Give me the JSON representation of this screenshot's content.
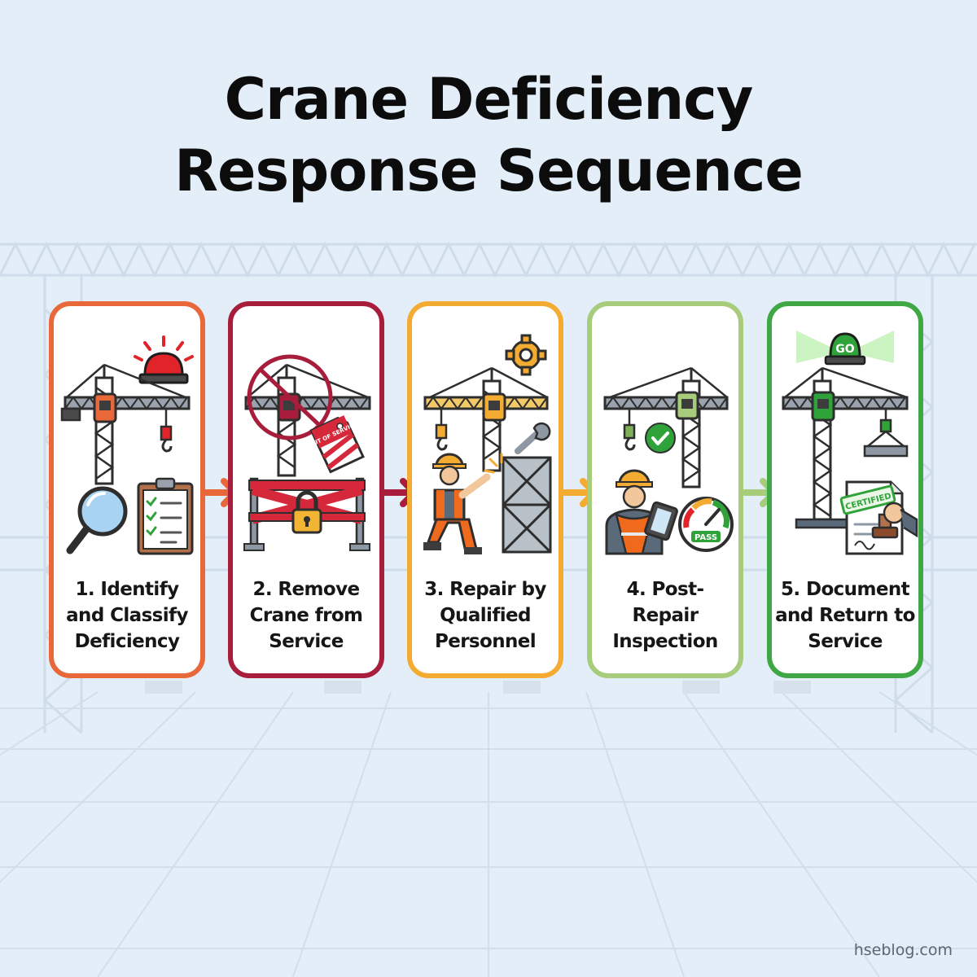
{
  "title": {
    "line1": "Crane Deficiency",
    "line2": "Response Sequence"
  },
  "steps": [
    {
      "label": "1. Identify and Classify Deficiency",
      "color": "#e8683a",
      "icon": "magnifier-clipboard-icon"
    },
    {
      "label": "2. Remove Crane from Service",
      "color": "#a81d3b",
      "icon": "out-of-service-tag-icon",
      "tag_text": "OUT OF SERVICE"
    },
    {
      "label": "3. Repair by Qualified Personnel",
      "color": "#f3ab32",
      "icon": "wrench-gear-icon"
    },
    {
      "label": "4. Post-Repair Inspection",
      "color": "#a7cc7b",
      "icon": "inspection-gauge-icon",
      "gauge_text": "PASS"
    },
    {
      "label": "5. Document and Return to Service",
      "color": "#3fa744",
      "icon": "certified-document-icon",
      "light_text": "GO",
      "stamp_text": "CERTIFIED"
    }
  ],
  "watermark": "hseblog.com"
}
